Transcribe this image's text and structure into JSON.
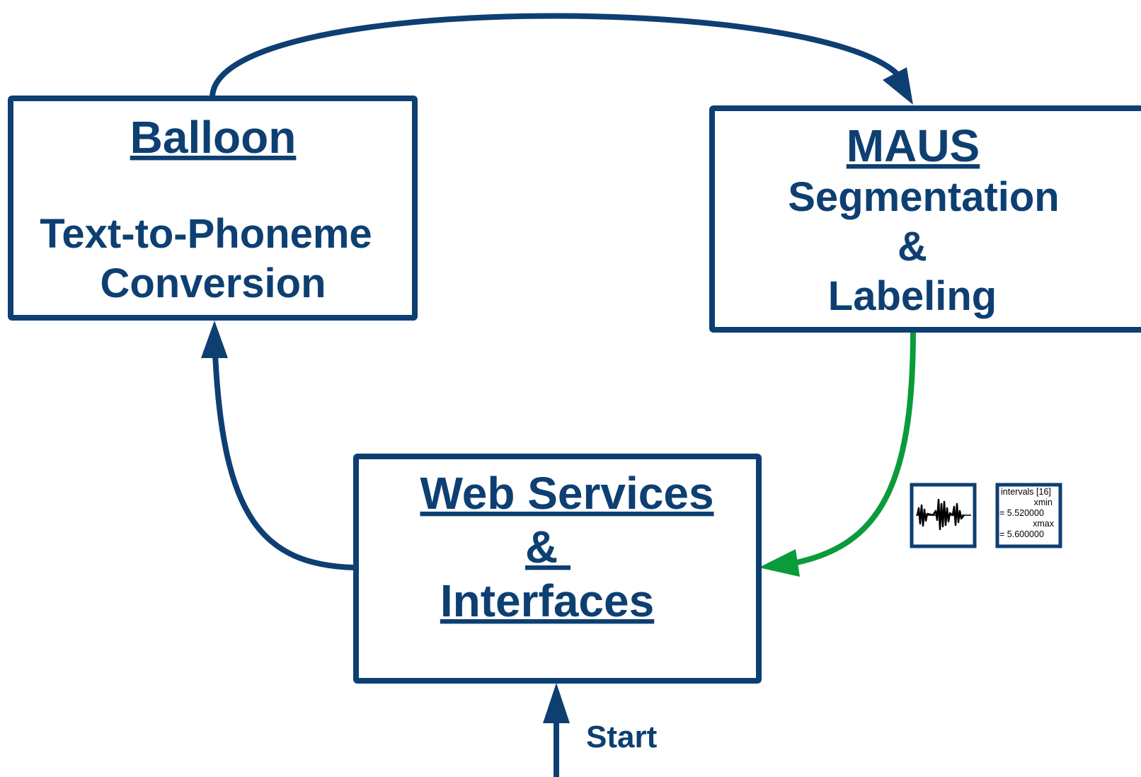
{
  "colors": {
    "primary": "#0d3f72",
    "accent": "#0a9b3a",
    "background": "#ffffff"
  },
  "balloon": {
    "title": "Balloon",
    "line1": "Text-to-Phoneme",
    "line2": "Conversion"
  },
  "maus": {
    "title": "MAUS",
    "line1": "Segmentation",
    "line2": "&",
    "line3": "Labeling"
  },
  "webservices": {
    "title_line1": "Web Services",
    "title_line2": "& ",
    "title_line3": "Interfaces"
  },
  "start": {
    "label": "Start"
  },
  "outputs": {
    "waveform_icon": "waveform-icon",
    "textgrid_lines": [
      "intervals [16]",
      "xmin",
      "= 5.520000",
      "xmax",
      "= 5.600000"
    ]
  }
}
